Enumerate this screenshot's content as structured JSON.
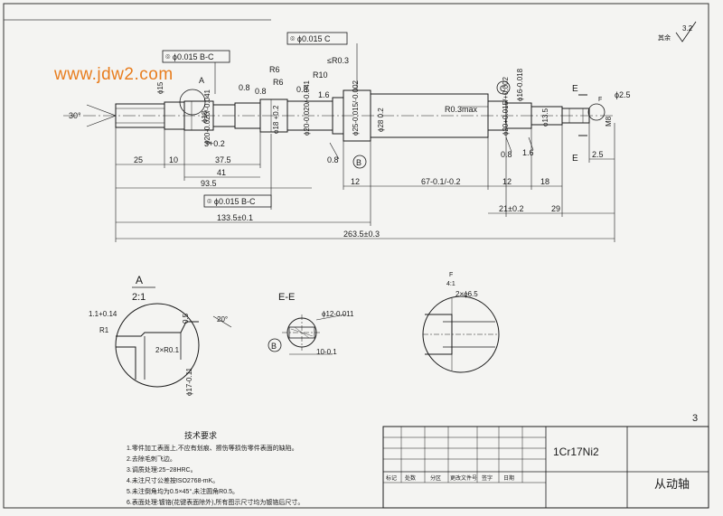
{
  "watermark": "www.jdw2.com",
  "roughness": {
    "label": "其余",
    "value": "3.2"
  },
  "callouts": {
    "tol_top_left": "⌾ ϕ0.015 B-C",
    "tol_top_mid": "⌾ ϕ0.015 C",
    "tol_lower": "⌾ ϕ0.015 B-C",
    "datum_b": "B",
    "datum_c": "C",
    "view_a": "A",
    "view_e_upper": "E",
    "view_e_lower": "E",
    "view_f": "F"
  },
  "dims": {
    "angle_30": "30°",
    "d_left_vert": "ϕ15",
    "d_18": "ϕ18",
    "d_20a": "ϕ20-0.020/-0.041",
    "d_18b": "ϕ18 +0.2",
    "d_20b": "ϕ20-0.020/-0.041",
    "d_25": "ϕ25-0.015/-0.002",
    "d_28": "ϕ28 0.2",
    "d_20c": "ϕ20+0.015/+0.002",
    "d_16": "ϕ16-0.018",
    "d_135": "ϕ13.5",
    "d_m8": "M8",
    "d_25hole": "ϕ2.5",
    "r6a": "R6",
    "r6b": "R6",
    "r10": "R10",
    "r03": "≤R0.3",
    "r03max": "R0.3max",
    "f16a": "1.6",
    "f16b": "1.6",
    "f08a": "0.8",
    "f08b": "0.8",
    "f08c": "0.8",
    "f08d": "0.8",
    "f08e": "0.8",
    "groove": "3+0.2",
    "l25": "25",
    "l10": "10",
    "l375": "37.5",
    "l41": "41",
    "l935": "93.5",
    "l12a": "12",
    "l67": "67-0.1/-0.2",
    "l12b": "12",
    "l18": "18",
    "l25r": "2.5",
    "l21": "21±0.2",
    "l29": "29",
    "l1335": "133.5±0.1",
    "l2635": "263.5±0.3"
  },
  "detail_a": {
    "title": "A",
    "scale": "2:1",
    "d1": "1.1+0.14",
    "r1": "R1",
    "d05": "0.5",
    "a20": "20°",
    "chamfer": "2×R0.1",
    "d17": "ϕ17-0.11"
  },
  "section_e": {
    "title": "E-E",
    "d12": "ϕ12-0.011",
    "d10": "10-0.1",
    "datum": "B"
  },
  "detail_f": {
    "title": "F",
    "scale": "4:1",
    "chamfer": "2×ϕ6.5"
  },
  "tech": {
    "title": "技术要求",
    "items": [
      "1.零件加工表面上,不应有划痕、擦伤等损伤零件表面的缺陷。",
      "2.去除毛刺飞边。",
      "3.调质处理:25~28HRC。",
      "4.未注尺寸公差按ISO2768-mK。",
      "5.未注倒角均为0.5×45°,未注圆角R0.5。",
      "6.表面处理:镀铬(花键表面除外),所有图示尺寸均为镀铬后尺寸。"
    ]
  },
  "title_block": {
    "material": "1Cr17Ni2",
    "part_name": "从动轴",
    "sheet_no": "3",
    "headers": [
      "标记",
      "处数",
      "分区",
      "更改文件号",
      "签字",
      "日期"
    ]
  }
}
